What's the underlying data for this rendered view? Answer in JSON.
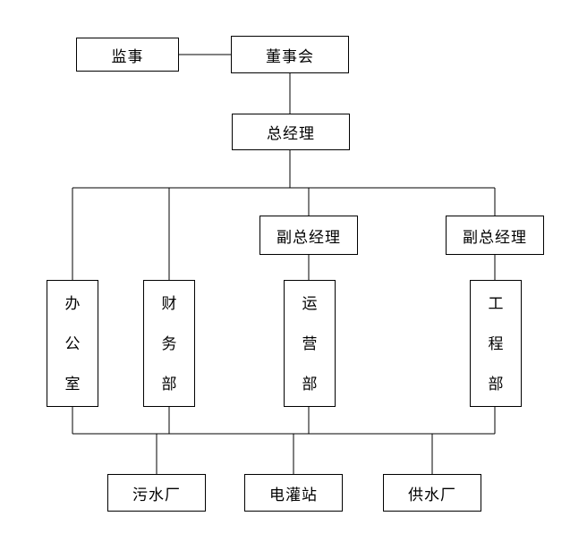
{
  "diagram": {
    "type": "org-chart",
    "background_color": "#ffffff",
    "line_color": "#000000",
    "nodes": {
      "supervisor": {
        "label": "监事",
        "orientation": "horizontal"
      },
      "board": {
        "label": "董事会",
        "orientation": "horizontal"
      },
      "general_manager": {
        "label": "总经理",
        "orientation": "horizontal"
      },
      "deputy_gm_left": {
        "label": "副总经理",
        "orientation": "horizontal"
      },
      "deputy_gm_right": {
        "label": "副总经理",
        "orientation": "horizontal"
      },
      "office": {
        "label": "办公室",
        "orientation": "vertical"
      },
      "finance_dept": {
        "label": "财务部",
        "orientation": "vertical"
      },
      "operations_dept": {
        "label": "运营部",
        "orientation": "vertical"
      },
      "engineering_dept": {
        "label": "工程部",
        "orientation": "vertical"
      },
      "sewage_plant": {
        "label": "污水厂",
        "orientation": "horizontal"
      },
      "irrigation_station": {
        "label": "电灌站",
        "orientation": "horizontal"
      },
      "water_supply_plant": {
        "label": "供水厂",
        "orientation": "horizontal"
      }
    },
    "edges": [
      {
        "from": "supervisor",
        "to": "board"
      },
      {
        "from": "board",
        "to": "general_manager"
      },
      {
        "from": "general_manager",
        "to": "office"
      },
      {
        "from": "general_manager",
        "to": "finance_dept"
      },
      {
        "from": "general_manager",
        "to": "deputy_gm_left"
      },
      {
        "from": "general_manager",
        "to": "deputy_gm_right"
      },
      {
        "from": "deputy_gm_left",
        "to": "operations_dept"
      },
      {
        "from": "deputy_gm_right",
        "to": "engineering_dept"
      },
      {
        "from": "office, finance_dept, operations_dept, engineering_dept",
        "to": "sewage_plant, irrigation_station, water_supply_plant",
        "note": "shared horizontal bus"
      }
    ]
  }
}
